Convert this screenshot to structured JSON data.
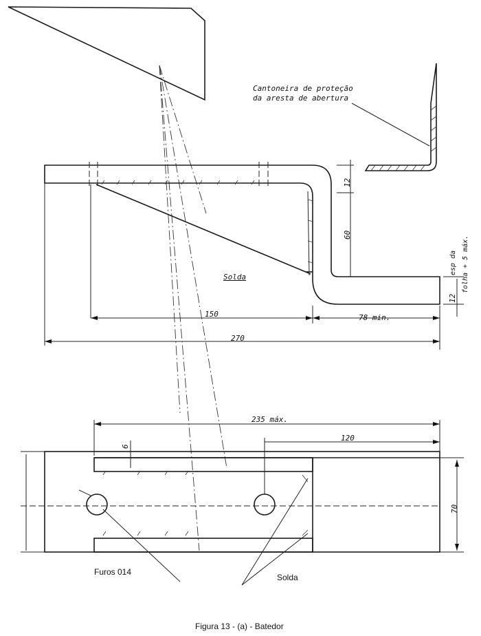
{
  "labels": {
    "cantoneira": "Cantoneira de proteção\nda aresta de abertura",
    "solda_side": "Solda",
    "dim_12_top": "12",
    "dim_60": "60",
    "dim_12_bottom": "12",
    "esp": "esp da",
    "folha": "folha + 5  máx.",
    "dim_150": "150",
    "dim_78": "78  min.",
    "dim_270": "270",
    "dim_235": "235  máx.",
    "dim_120": "120",
    "dim_6": "6",
    "dim_70": "70",
    "furos": "Furos 014",
    "solda_plan": "Solda"
  },
  "caption": "Figura 13 - (a) - Batedor"
}
